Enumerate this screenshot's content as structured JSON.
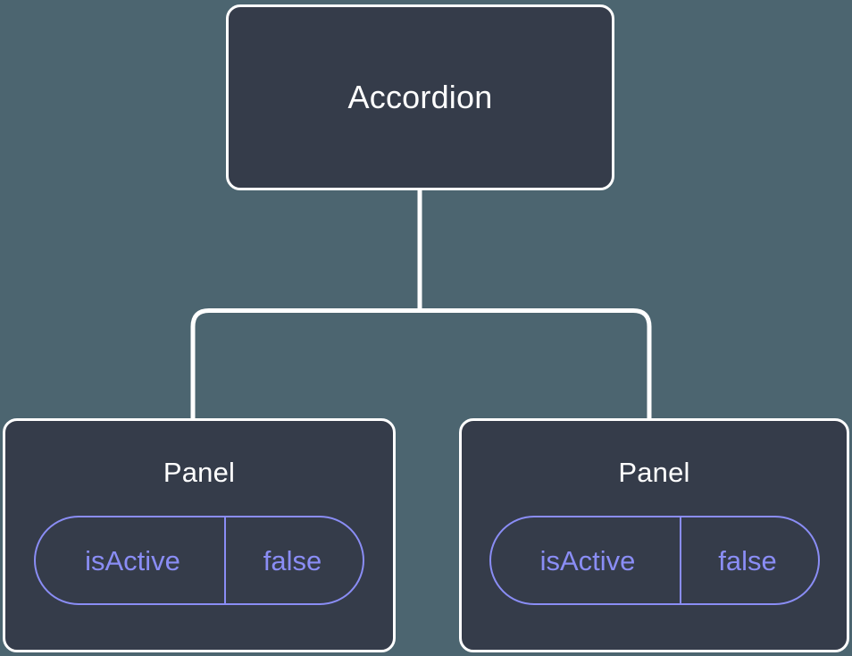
{
  "canvas": {
    "background_color": "#4c6570",
    "node_fill_color": "#353c4a",
    "node_border_color": "#ffffff",
    "connector_color": "#ffffff",
    "prop_accent_color": "#8a8df5",
    "title_color": "#ffffff"
  },
  "tree": {
    "root": {
      "title": "Accordion"
    },
    "children": [
      {
        "title": "Panel",
        "prop": {
          "key": "isActive",
          "value": "false"
        }
      },
      {
        "title": "Panel",
        "prop": {
          "key": "isActive",
          "value": "false"
        }
      }
    ]
  }
}
